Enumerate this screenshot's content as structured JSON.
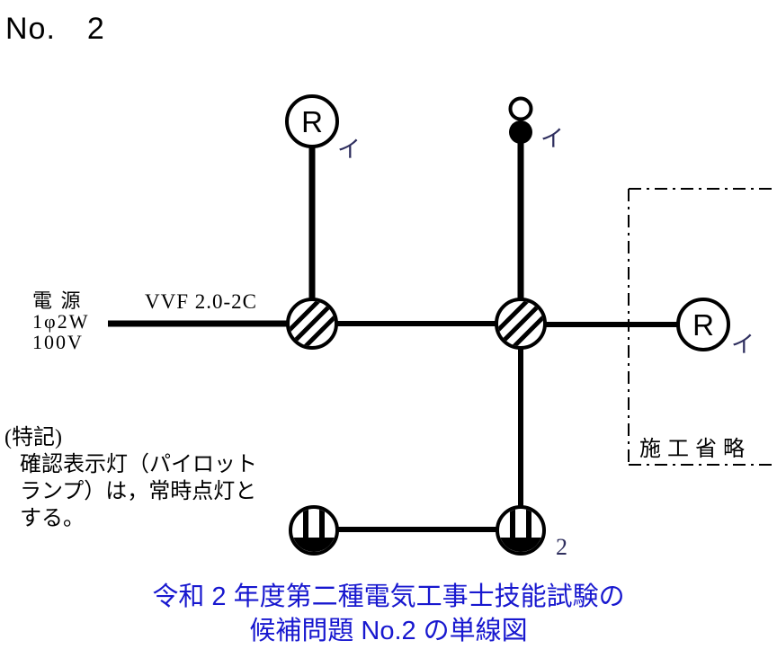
{
  "page": {
    "title": "No.　2"
  },
  "diagram": {
    "power_source": {
      "line1": "電 源",
      "line2": "1φ2W",
      "line3": "100V"
    },
    "cable": {
      "label": "VVF 2.0-2C"
    },
    "devices": {
      "lamp_top": {
        "symbol": "R",
        "circuit": "イ"
      },
      "ceiling_rosette": {
        "circuit": "イ"
      },
      "lamp_omitted": {
        "symbol": "R",
        "circuit": "イ"
      },
      "outlet_double": {
        "count": "2"
      }
    },
    "omitted_area": {
      "label": "施工省略"
    }
  },
  "note": {
    "heading": "(特記)",
    "body_line1": "確認表示灯（パイロット",
    "body_line2": "ランプ）は，常時点灯と",
    "body_line3": "する。"
  },
  "caption": {
    "line1": "令和 2 年度第二種電気工事士技能試験の",
    "line2": "候補問題 No.2 の単線図"
  },
  "colors": {
    "line_black": "#000000",
    "caption_blue": "#1818cf",
    "sub_label_ink": "#2e2e5e"
  }
}
